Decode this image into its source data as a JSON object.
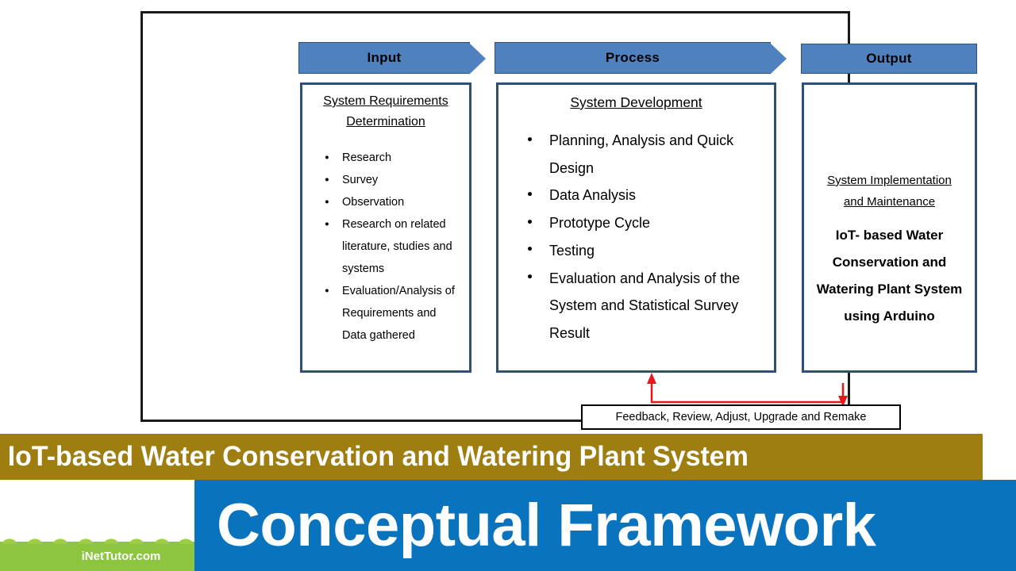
{
  "diagram": {
    "stages": [
      {
        "id": "input",
        "header": "Input",
        "title_line1": "System Requirements",
        "title_line2": "Determination",
        "items": [
          "Research",
          "Survey",
          "Observation",
          "Research on related literature, studies and systems",
          "Evaluation/Analysis of Requirements and Data gathered"
        ]
      },
      {
        "id": "process",
        "header": "Process",
        "title": "System Development",
        "items": [
          "Planning, Analysis and Quick Design",
          "Data Analysis",
          "Prototype Cycle",
          "Testing",
          "Evaluation and Analysis of the System and Statistical Survey Result"
        ]
      },
      {
        "id": "output",
        "header": "Output",
        "subtitle_line1": "System Implementation",
        "subtitle_line2": "and Maintenance",
        "result": "IoT- based Water Conservation and Watering Plant System using Arduino"
      }
    ],
    "feedback_label": "Feedback, Review, Adjust, Upgrade and Remake"
  },
  "banners": {
    "project_title": "IoT-based Water Conservation and Watering Plant System",
    "section_title": "Conceptual Framework",
    "site_logo": "iNetTutor.com"
  },
  "colors": {
    "header_fill": "#4E81BD",
    "header_border": "#2E4F78",
    "box_border": "#2E4F78",
    "frame_border": "#1a1a1a",
    "feedback_arrow": "#E8171B",
    "gold_banner": "#9e7e10",
    "blue_banner": "#0A73BE",
    "grass_green": "#8CC63E"
  }
}
